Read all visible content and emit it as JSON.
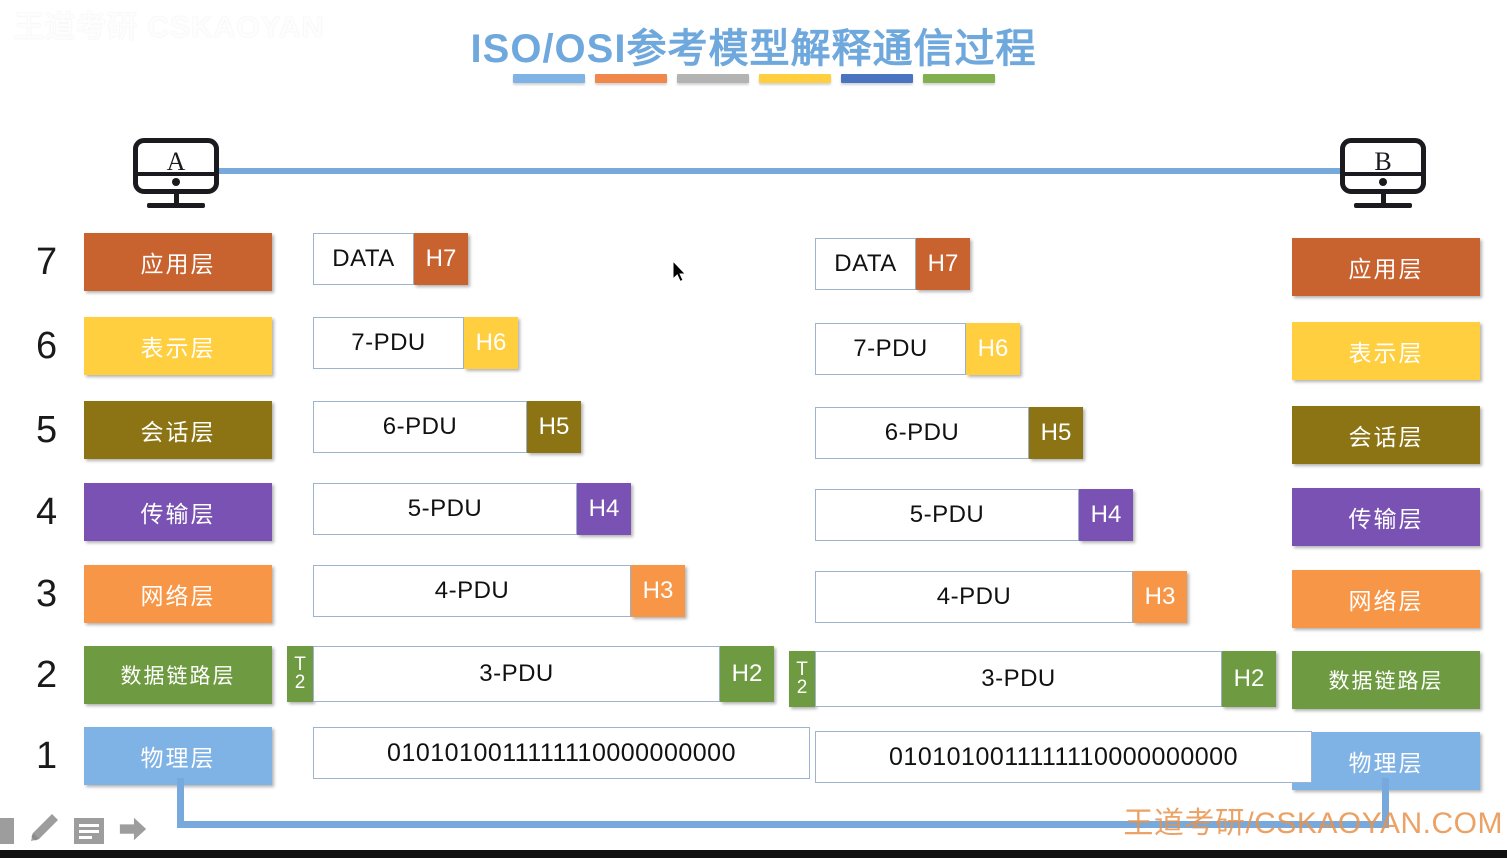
{
  "page": {
    "title": "ISO/OSI参考模型解释通信过程",
    "title_color": "#6FA8DC",
    "title_bar_colors": [
      "#7FB2E5",
      "#F0874B",
      "#B3B3B3",
      "#FFCF40",
      "#4B74C0",
      "#82B04E"
    ],
    "watermark_topleft": "王道考研 CSKAOYAN",
    "watermark_bottomright": "王道考研/CSKAOYAN.COM",
    "watermark_color": "#E8924A"
  },
  "hosts": {
    "left": {
      "label": "A",
      "name": "host-a"
    },
    "right": {
      "label": "B",
      "name": "host-b"
    },
    "link_color": "#78A9DC"
  },
  "layers": [
    {
      "num": "7",
      "label": "应用层",
      "color": "#C8622F",
      "header": "H7",
      "body": "DATA"
    },
    {
      "num": "6",
      "label": "表示层",
      "color": "#FFCF40",
      "header": "H6",
      "body": "7-PDU"
    },
    {
      "num": "5",
      "label": "会话层",
      "color": "#8C7414",
      "header": "H5",
      "body": "6-PDU"
    },
    {
      "num": "4",
      "label": "传输层",
      "color": "#7A52B3",
      "header": "H4",
      "body": "5-PDU"
    },
    {
      "num": "3",
      "label": "网络层",
      "color": "#F79646",
      "header": "H3",
      "body": "4-PDU"
    },
    {
      "num": "2",
      "label": "数据链路层",
      "color": "#6E9B41",
      "header": "H2",
      "body": "3-PDU",
      "trailer_top": "T",
      "trailer_bottom": "2"
    },
    {
      "num": "1",
      "label": "物理层",
      "color": "#7FB2E5",
      "header": "",
      "body": "0101010011111110000000000"
    }
  ],
  "toolbar": {
    "items": [
      "stop-icon",
      "pencil-icon",
      "note-icon",
      "next-arrow-icon"
    ]
  }
}
